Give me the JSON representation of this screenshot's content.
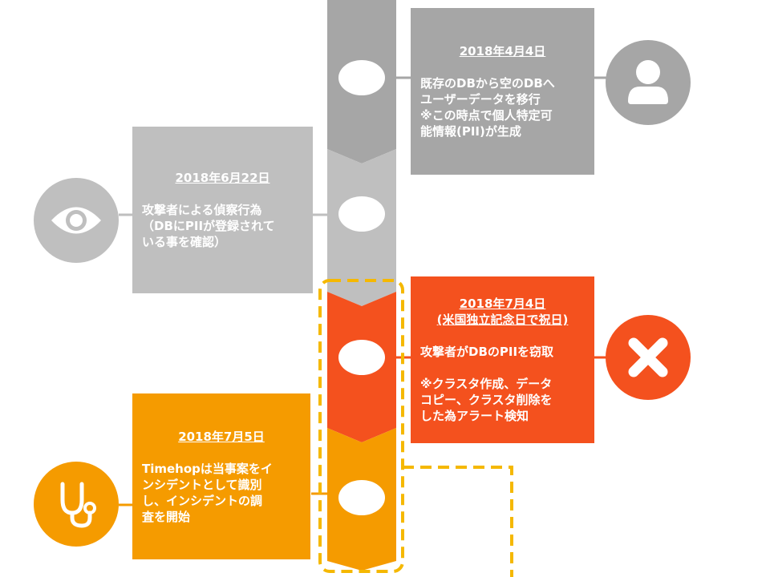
{
  "colors": {
    "gray_dark": "#a6a6a6",
    "gray_light": "#bfbfbf",
    "orange_red": "#f4511e",
    "orange": "#f59b00",
    "dashed_outline": "#f5b800"
  },
  "events": [
    {
      "date": "2018年4月4日",
      "lines": "既存のDBから空のDBへ\nユーザーデータを移行\n※この時点で個人特定可\n能情報(PII)が生成",
      "icon": "user-icon"
    },
    {
      "date": "2018年6月22日",
      "lines": "攻撃者による偵察行為\n（DBにPIIが登録されて\nいる事を確認）",
      "icon": "eye-icon"
    },
    {
      "date": "2018年7月4日",
      "date_note": "(米国独立記念日で祝日)",
      "lines": "攻撃者がDBのPIIを窃取\n\n※クラスタ作成、データ\nコピー、クラスタ削除を\nした為アラート検知",
      "icon": "x-icon"
    },
    {
      "date": "2018年7月5日",
      "lines": "Timehopは当事案をイ\nンシデントとして識別\nし、インシデントの調\n査を開始",
      "icon": "stethoscope-icon"
    }
  ]
}
